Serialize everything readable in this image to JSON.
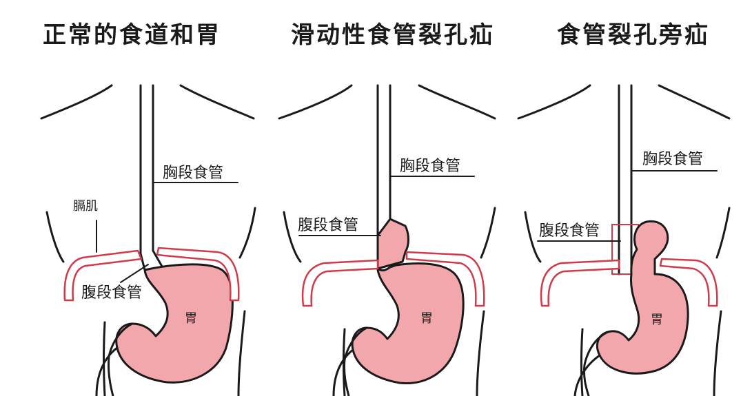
{
  "panels": [
    {
      "title": "正常的食道和胃",
      "labels": {
        "thoracic": "胸段食管",
        "diaphragm": "膈肌",
        "abdominal": "腹段食管",
        "stomach": "胃"
      }
    },
    {
      "title": "滑动性食管裂孔疝",
      "labels": {
        "thoracic": "胸段食管",
        "abdominal": "腹段食管",
        "stomach": "胃"
      }
    },
    {
      "title": "食管裂孔旁疝",
      "labels": {
        "thoracic": "胸段食管",
        "abdominal": "腹段食管",
        "stomach": "胃"
      }
    }
  ],
  "colors": {
    "stomach_fill": "#f2a7ac",
    "diaphragm_stroke": "#d03a4a",
    "outline": "#1a1a1a"
  }
}
